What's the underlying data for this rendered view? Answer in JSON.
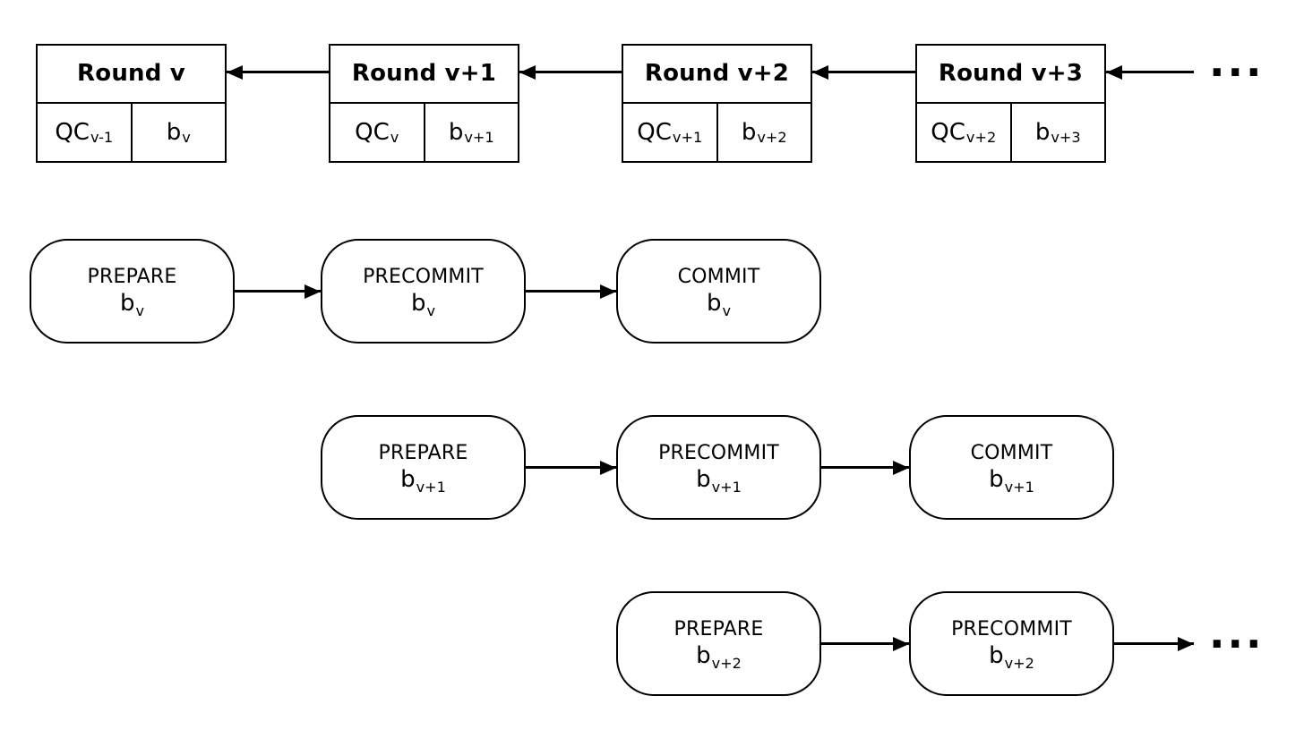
{
  "colors": {
    "background": "#ffffff",
    "stroke": "#000000",
    "text": "#000000"
  },
  "block_tree": {
    "rounds": [
      {
        "title": "Round v",
        "qc_base": "QC",
        "qc_sub": "v-1",
        "block_base": "b",
        "block_sub": "v"
      },
      {
        "title": "Round v+1",
        "qc_base": "QC",
        "qc_sub": "v",
        "block_base": "b",
        "block_sub": "v+1"
      },
      {
        "title": "Round v+2",
        "qc_base": "QC",
        "qc_sub": "v+1",
        "block_base": "b",
        "block_sub": "v+2"
      },
      {
        "title": "Round v+3",
        "qc_base": "QC",
        "qc_sub": "v+2",
        "block_base": "b",
        "block_sub": "v+3"
      }
    ],
    "ellipsis": "..."
  },
  "phase_rows": [
    {
      "pills": [
        {
          "phase": "PREPARE",
          "block_base": "b",
          "block_sub": "v"
        },
        {
          "phase": "PRECOMMIT",
          "block_base": "b",
          "block_sub": "v"
        },
        {
          "phase": "COMMIT",
          "block_base": "b",
          "block_sub": "v"
        }
      ]
    },
    {
      "pills": [
        {
          "phase": "PREPARE",
          "block_base": "b",
          "block_sub": "v+1"
        },
        {
          "phase": "PRECOMMIT",
          "block_base": "b",
          "block_sub": "v+1"
        },
        {
          "phase": "COMMIT",
          "block_base": "b",
          "block_sub": "v+1"
        }
      ]
    },
    {
      "pills": [
        {
          "phase": "PREPARE",
          "block_base": "b",
          "block_sub": "v+2"
        },
        {
          "phase": "PRECOMMIT",
          "block_base": "b",
          "block_sub": "v+2"
        }
      ],
      "ellipsis": "..."
    }
  ]
}
